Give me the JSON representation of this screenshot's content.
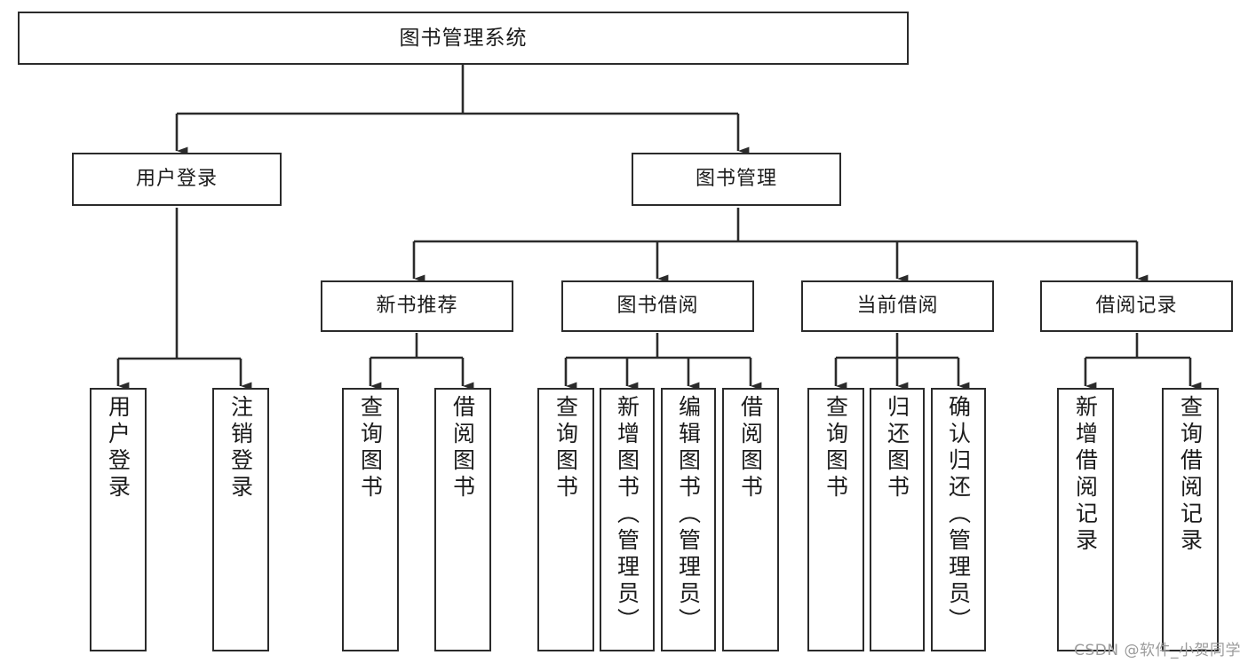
{
  "diagram": {
    "title": "图书管理系统",
    "type": "tree",
    "watermark": "CSDN @软件_小贺同学",
    "colors": {
      "box_border": "#2b2b2b",
      "box_fill": "#ffffff",
      "line": "#2b2b2b",
      "text": "#1b1b1b",
      "watermark": "#9b9b9b"
    },
    "levels": {
      "root": {
        "label": "图书管理系统"
      },
      "level2": [
        {
          "label": "用户登录"
        },
        {
          "label": "图书管理"
        }
      ],
      "level3": [
        {
          "label": "新书推荐"
        },
        {
          "label": "图书借阅"
        },
        {
          "label": "当前借阅"
        },
        {
          "label": "借阅记录"
        }
      ],
      "leaves": {
        "user_login": [
          {
            "label": "用户登录"
          },
          {
            "label": "注销登录"
          }
        ],
        "new_book": [
          {
            "label": "查询图书"
          },
          {
            "label": "借阅图书"
          }
        ],
        "book_borrow": [
          {
            "label": "查询图书"
          },
          {
            "label": "新增图书（管理员）"
          },
          {
            "label": "编辑图书（管理员）"
          },
          {
            "label": "借阅图书"
          }
        ],
        "current_borrow": [
          {
            "label": "查询图书"
          },
          {
            "label": "归还图书"
          },
          {
            "label": "确认归还（管理员）"
          }
        ],
        "borrow_record": [
          {
            "label": "新增借阅记录"
          },
          {
            "label": "查询借阅记录"
          }
        ]
      }
    }
  }
}
